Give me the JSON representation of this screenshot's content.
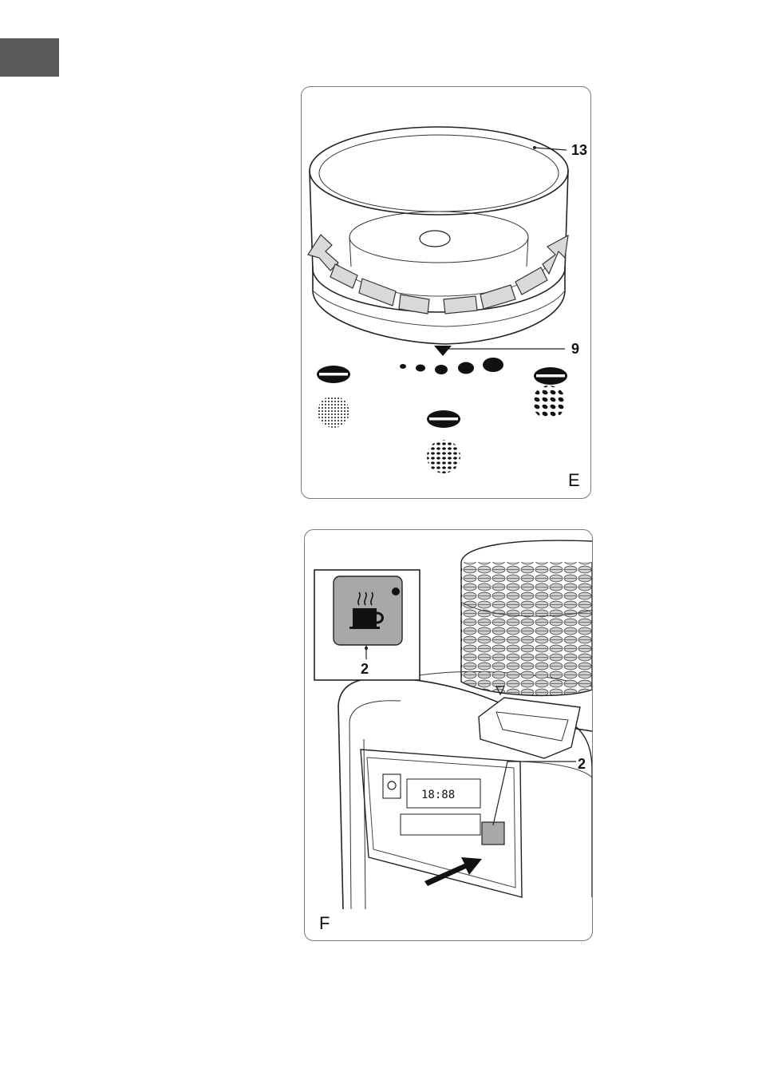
{
  "figure_e": {
    "letter": "E",
    "callout_container": "13",
    "callout_pointer": "9"
  },
  "figure_f": {
    "letter": "F",
    "callout_inset": "2",
    "callout_button": "2"
  },
  "colors": {
    "lang_tab": "#595959",
    "arrow_fill": "#d9d9d9",
    "inset_button": "#a8a8a8"
  }
}
